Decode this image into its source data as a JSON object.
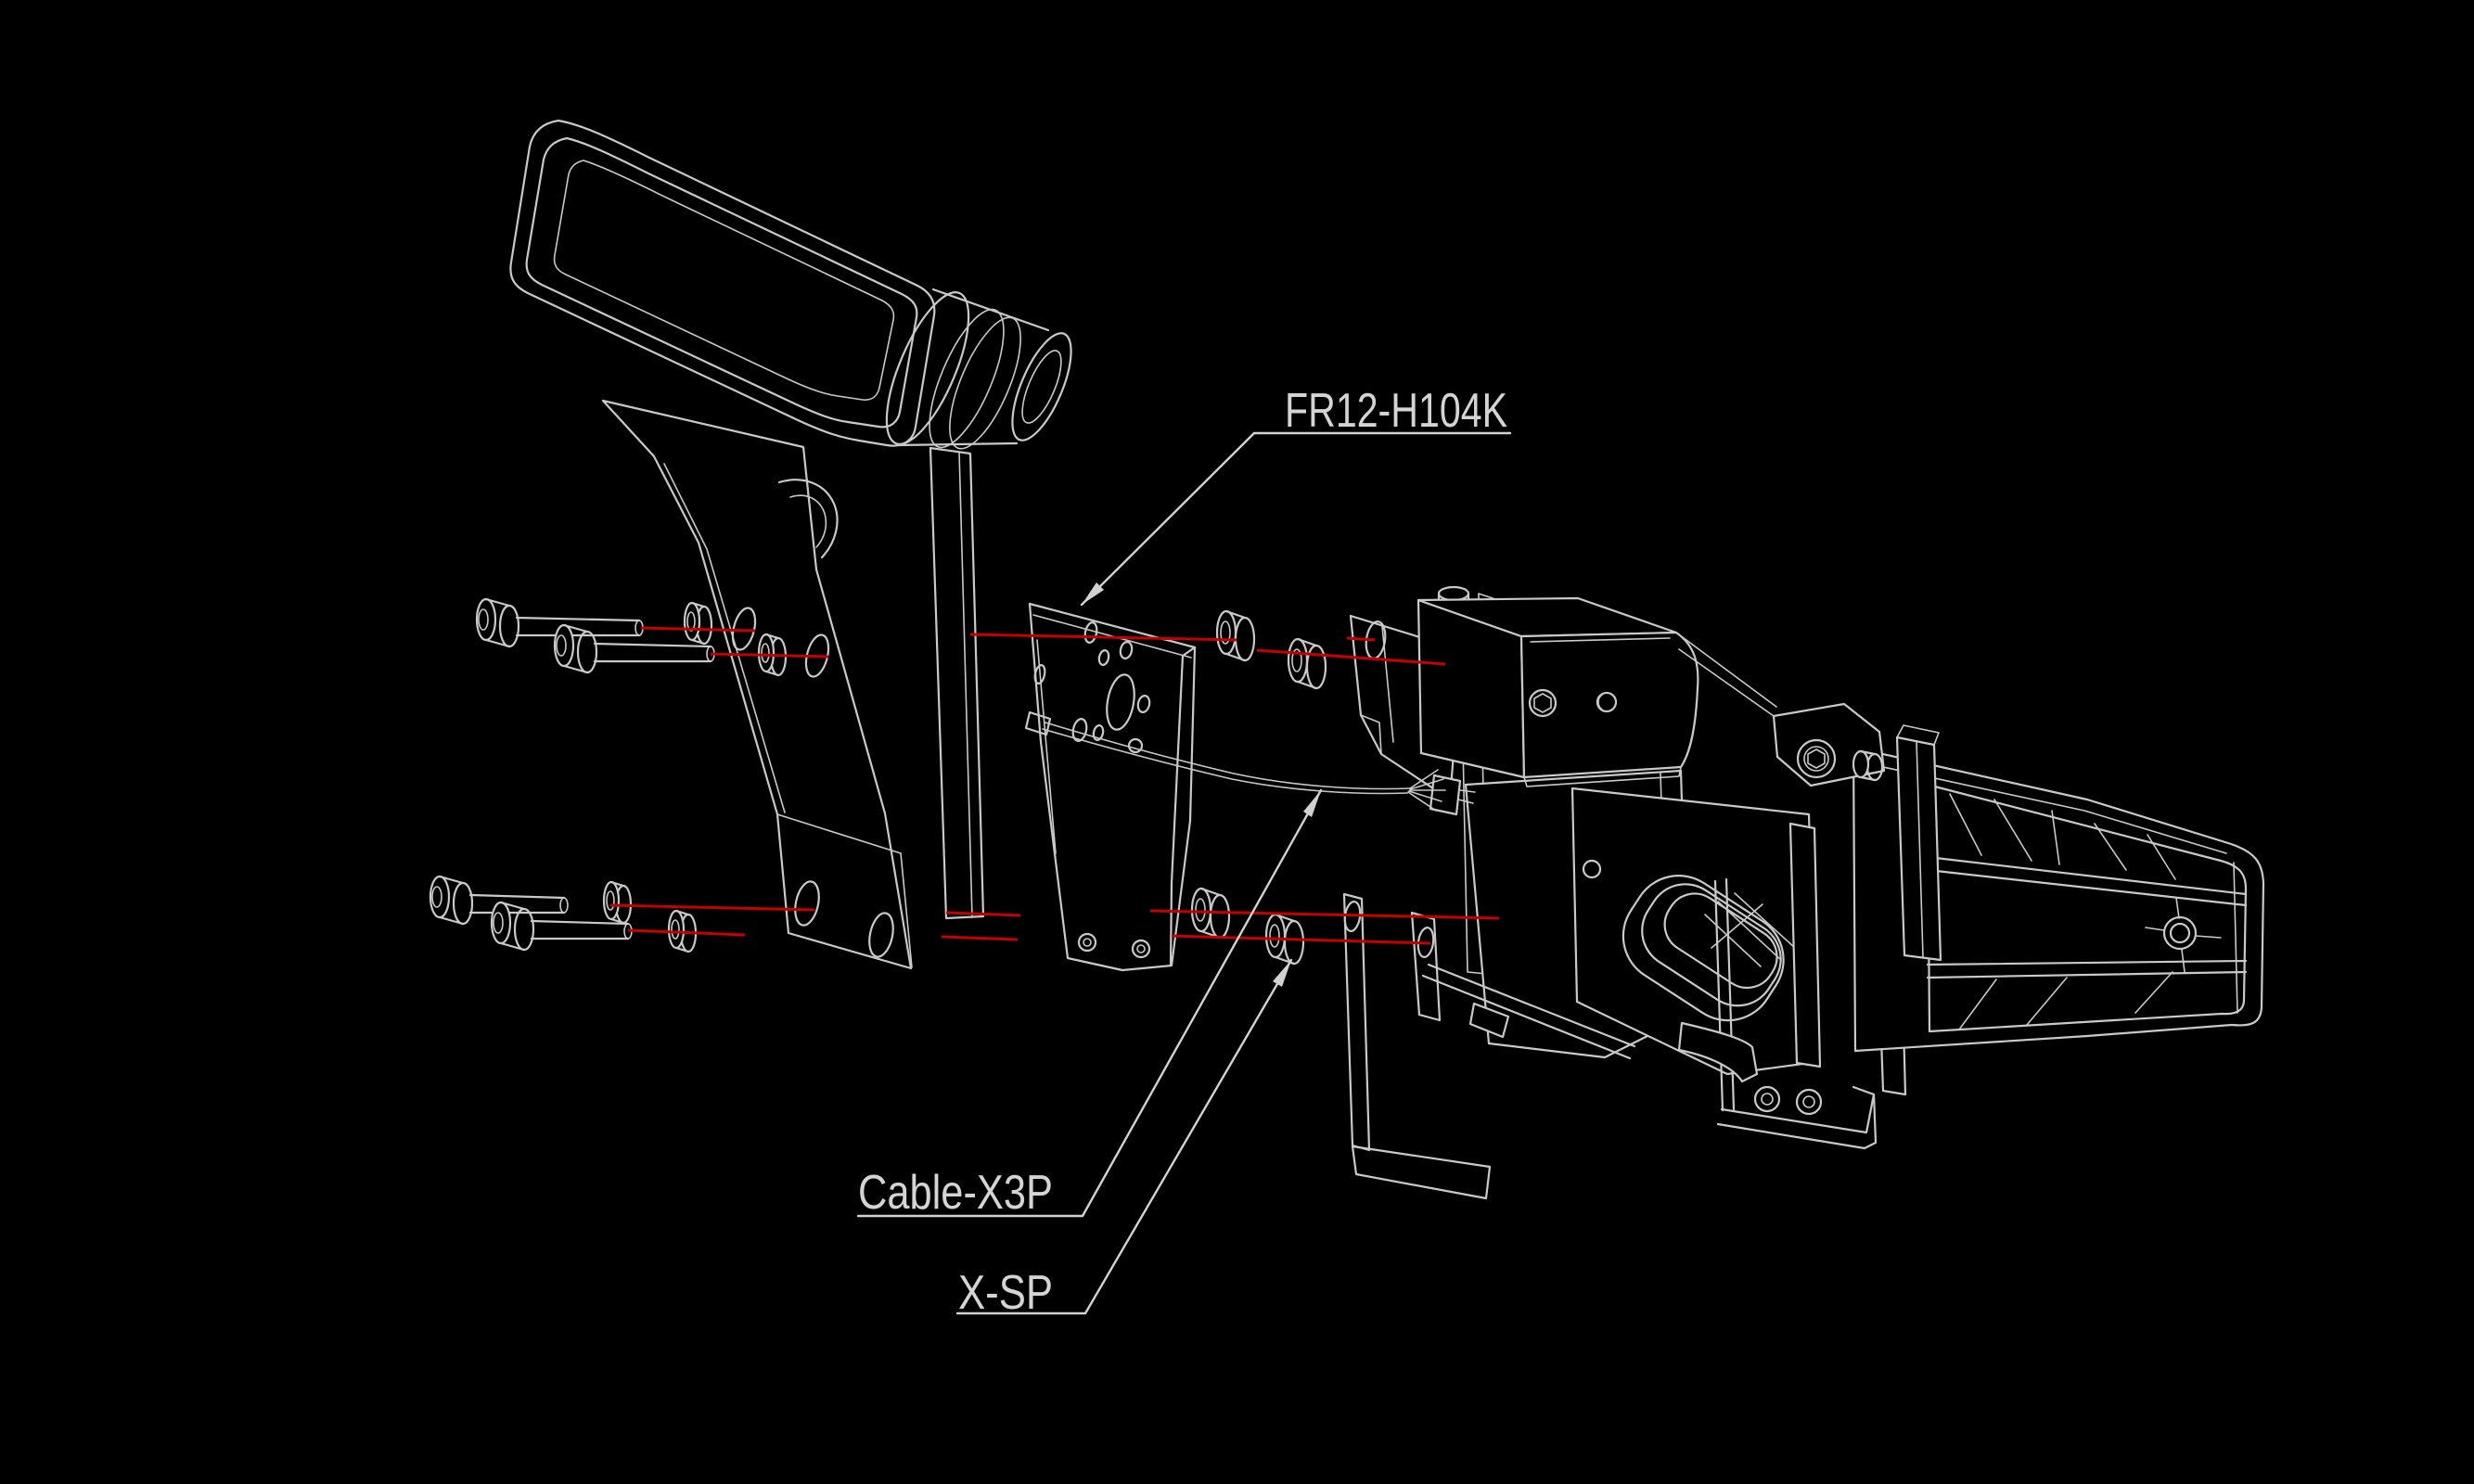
{
  "labels": {
    "frame": "FR12-H104K",
    "cable": "Cable-X3P",
    "spacer": "X-SP"
  },
  "colors": {
    "background": "#000000",
    "wireframe": "#c9c9c9",
    "axis_red": "#c40000",
    "text": "#d4d4d4"
  }
}
